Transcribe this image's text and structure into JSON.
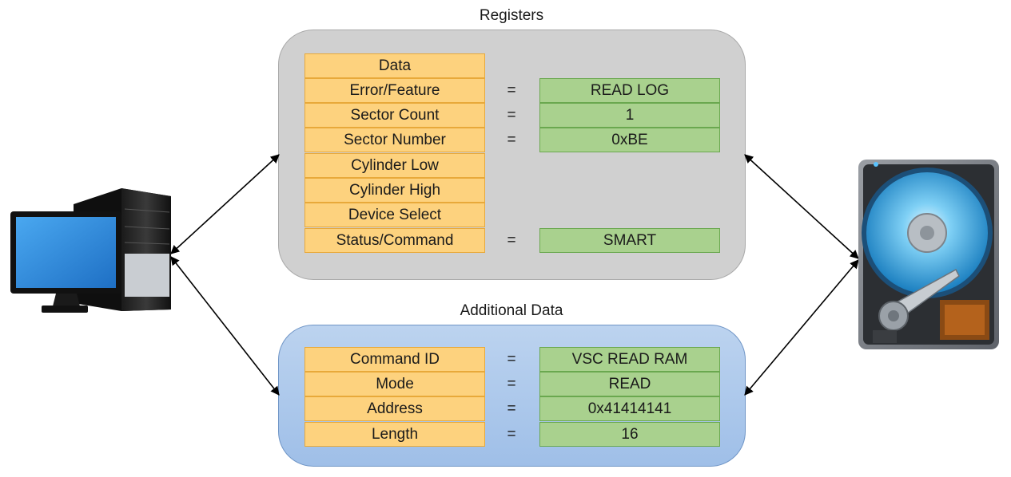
{
  "registers": {
    "title": "Registers",
    "rows": [
      {
        "name": "Data",
        "eq": "",
        "value": ""
      },
      {
        "name": "Error/Feature",
        "eq": "=",
        "value": "READ LOG"
      },
      {
        "name": "Sector Count",
        "eq": "=",
        "value": "1"
      },
      {
        "name": "Sector Number",
        "eq": "=",
        "value": "0xBE"
      },
      {
        "name": "Cylinder Low",
        "eq": "",
        "value": ""
      },
      {
        "name": "Cylinder High",
        "eq": "",
        "value": ""
      },
      {
        "name": "Device Select",
        "eq": "",
        "value": ""
      },
      {
        "name": "Status/Command",
        "eq": "=",
        "value": "SMART"
      }
    ]
  },
  "additional": {
    "title": "Additional Data",
    "rows": [
      {
        "name": "Command ID",
        "eq": "=",
        "value": "VSC READ RAM"
      },
      {
        "name": "Mode",
        "eq": "=",
        "value": "READ"
      },
      {
        "name": "Address",
        "eq": "=",
        "value": "0x41414141"
      },
      {
        "name": "Length",
        "eq": "=",
        "value": "16"
      }
    ]
  },
  "icons": {
    "host": "desktop-computer-icon",
    "drive": "hard-disk-drive-icon"
  },
  "colors": {
    "register_name_fill": "#fdd27e",
    "register_value_fill": "#a9d18e",
    "registers_panel": "#d0d0d0",
    "additional_panel": "#a9c6ec"
  }
}
